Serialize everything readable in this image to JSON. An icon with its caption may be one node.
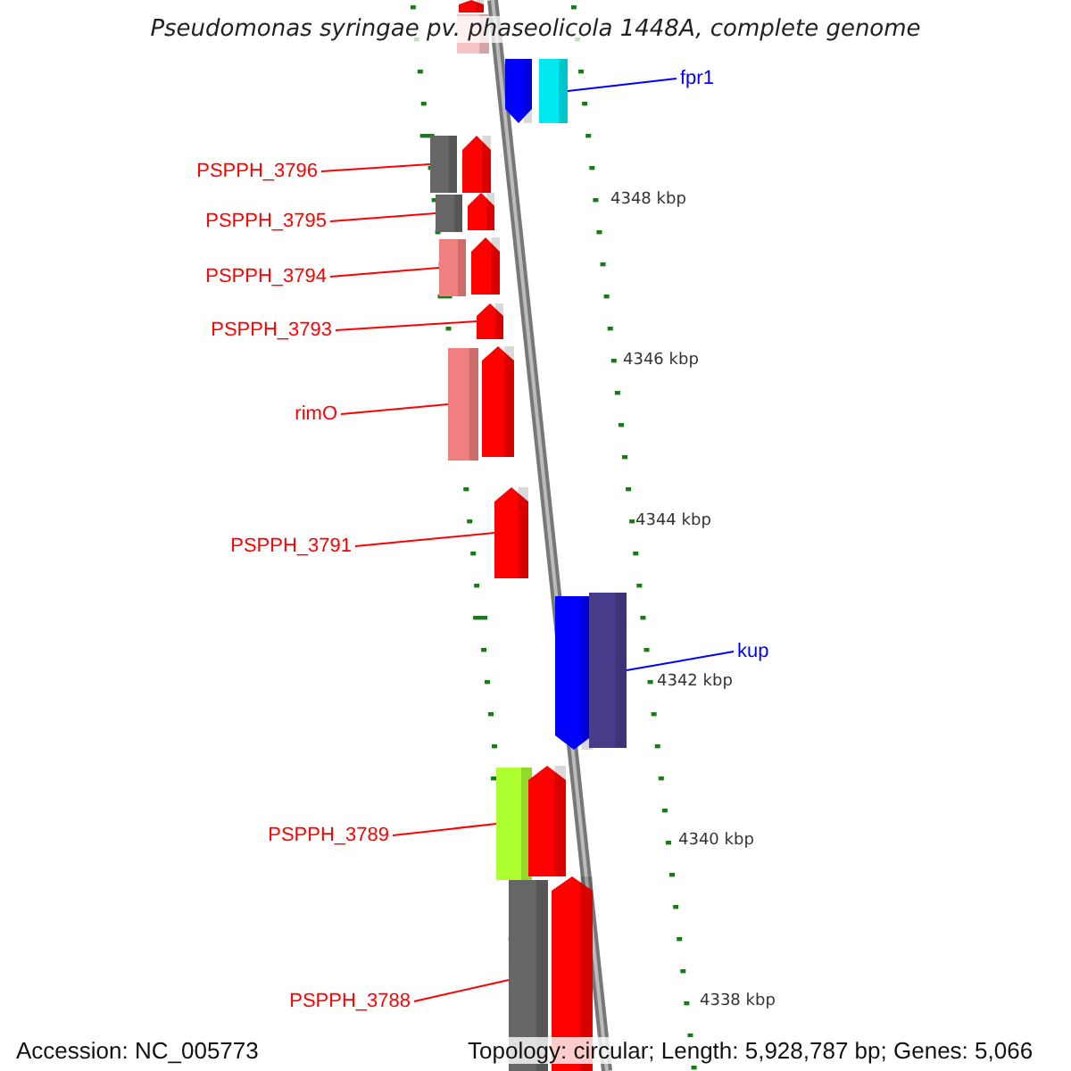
{
  "diagram": {
    "title": "Pseudomonas syringae pv. phaseolicola 1448A, complete genome",
    "nodes": [
      {
        "text": [
          "fpr1"
        ]
      },
      {
        "text": [
          "PSPPH_3796"
        ]
      },
      {
        "text": [
          "PSPPH_3795"
        ]
      },
      {
        "text": [
          "PSPPH_3794"
        ]
      },
      {
        "text": [
          "PSPPH_3793"
        ]
      },
      {
        "text": [
          "rimO"
        ]
      },
      {
        "text": [
          "PSPPH_3791"
        ]
      },
      {
        "text": [
          "kup"
        ]
      },
      {
        "text": [
          "PSPPH_3789"
        ]
      },
      {
        "text": [
          "PSPPH_3788"
        ]
      },
      {
        "text": [],
        "shape": "arrow"
      },
      {
        "text": [],
        "shape": "bar"
      },
      {
        "text": [],
        "shape": "arrow"
      },
      {
        "text": [],
        "shape": "bar"
      },
      {
        "text": [],
        "shape": "bar"
      },
      {
        "text": [],
        "shape": "arrow"
      },
      {
        "text": [],
        "shape": "bar"
      },
      {
        "text": [],
        "shape": "arrow"
      },
      {
        "text": [],
        "shape": "bar"
      },
      {
        "text": [],
        "shape": "arrow"
      },
      {
        "text": [],
        "shape": "arrow"
      },
      {
        "text": [],
        "shape": "bar"
      },
      {
        "text": [],
        "shape": "arrow"
      },
      {
        "text": [],
        "shape": "arrow"
      },
      {
        "text": [],
        "shape": "arrow"
      },
      {
        "text": [],
        "shape": "bar"
      },
      {
        "text": [],
        "shape": "bar"
      },
      {
        "text": [],
        "shape": "arrow"
      },
      {
        "text": [],
        "shape": "bar"
      },
      {
        "text": [],
        "shape": "arrow"
      }
    ],
    "edges": [
      {
        "from": 0,
        "to": 13,
        "arrow": "none",
        "color": "#0000ff"
      },
      {
        "from": 1,
        "to": 14,
        "arrow": "none"
      },
      {
        "from": 2,
        "to": 16,
        "arrow": "none"
      },
      {
        "from": 3,
        "to": 18,
        "arrow": "none"
      },
      {
        "from": 4,
        "to": 20,
        "arrow": "none"
      },
      {
        "from": 5,
        "to": 21,
        "arrow": "none"
      },
      {
        "from": 6,
        "to": 23,
        "arrow": "none"
      },
      {
        "from": 7,
        "to": 25,
        "arrow": "none",
        "color": "#0000ff"
      },
      {
        "from": 8,
        "to": 26,
        "arrow": "none"
      },
      {
        "from": 9,
        "to": 28,
        "arrow": "none"
      }
    ],
    "labels": [
      "4348 kbp",
      "4346 kbp",
      "4344 kbp",
      "4342 kbp",
      "4340 kbp",
      "4338 kbp",
      "Accession: NC_005773",
      "Topology: circular; Length: 5,928,787 bp; Genes: 5,066"
    ]
  }
}
